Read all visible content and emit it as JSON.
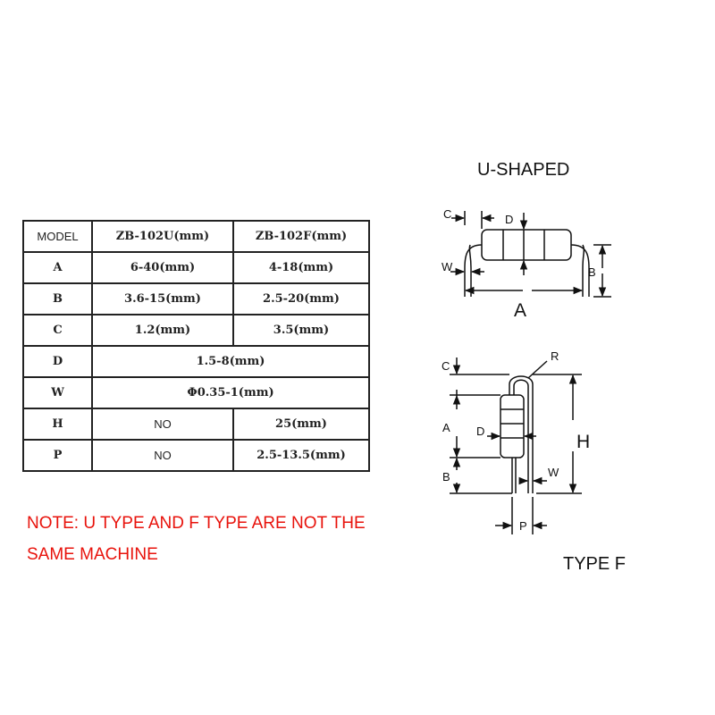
{
  "table": {
    "headers": [
      "MODEL",
      "ZB-102U(mm)",
      "ZB-102F(mm)"
    ],
    "rows": [
      {
        "label": "A",
        "u": "6-40(mm)",
        "f": "4-18(mm)"
      },
      {
        "label": "B",
        "u": "3.6-15(mm)",
        "f": "2.5-20(mm)"
      },
      {
        "label": "C",
        "u": "1.2(mm)",
        "f": "3.5(mm)"
      },
      {
        "label": "D",
        "both": "1.5-8(mm)"
      },
      {
        "label": "W",
        "both": "Φ0.35-1(mm)"
      },
      {
        "label": "H",
        "u": "NO",
        "f": "25(mm)"
      },
      {
        "label": "P",
        "u": "NO",
        "f": "2.5-13.5(mm)"
      }
    ]
  },
  "note": {
    "line1": "NOTE: U TYPE AND F TYPE ARE NOT THE",
    "line2": "SAME MACHINE"
  },
  "u_diagram": {
    "title": "U-SHAPED",
    "labels": {
      "c": "C",
      "d": "D",
      "w": "W",
      "b": "B",
      "a": "A"
    }
  },
  "f_diagram": {
    "title": "TYPE F",
    "labels": {
      "c": "C",
      "r": "R",
      "a": "A",
      "d": "D",
      "h": "H",
      "b": "B",
      "w": "W",
      "p": "P"
    }
  }
}
